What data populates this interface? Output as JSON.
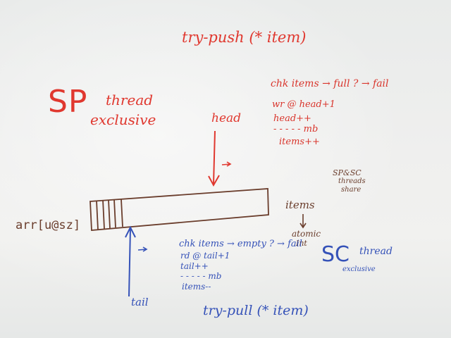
{
  "board": {
    "red": {
      "push_sig": "try-push (* item)",
      "sp": "SP",
      "thread": "thread",
      "exclusive": "exclusive",
      "head": "head",
      "push_steps": [
        "chk items → full ? → fail",
        "wr @ head+1",
        "head++",
        "- - - - - mb",
        "items++"
      ]
    },
    "brown": {
      "arr": "arr[u@sz]",
      "items": "items",
      "atomic": "atomic",
      "int": "Int",
      "share": [
        "SP&SC",
        "threads",
        "share"
      ]
    },
    "blue": {
      "pull_steps": [
        "chk items → empty ? → fail",
        "rd @ tail+1",
        "tail++",
        "- - - - - mb",
        "items--"
      ],
      "sc": "SC",
      "thread": "thread",
      "exclusive": "exclusive",
      "tail": "tail",
      "pull_sig": "try-pull (* item)"
    }
  },
  "colors": {
    "red": "#e0382f",
    "brown": "#6a3d2c",
    "blue": "#3552b8",
    "board": "#eeeeec"
  }
}
